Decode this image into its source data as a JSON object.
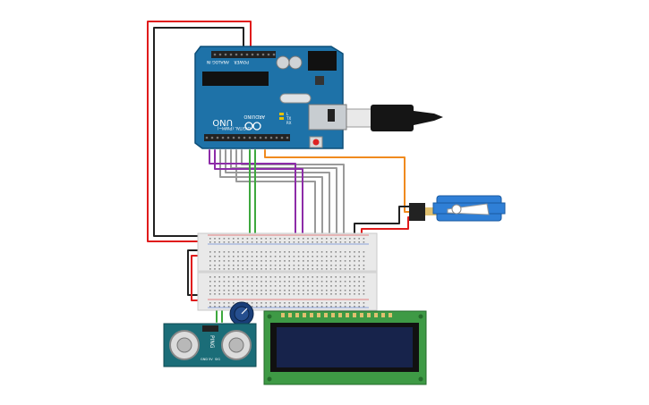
{
  "arduino": {
    "brand": "ARDUINO",
    "model": "UNO",
    "digital_label": "DIGITAL (PWM~)",
    "power_label": "POWER",
    "analog_label": "ANALOG IN",
    "led_tx": "TX",
    "led_rx": "RX",
    "led_l": "L"
  },
  "sensor": {
    "model_label": "PING",
    "pin_labels": [
      "GND",
      "5V",
      "SIG"
    ]
  },
  "colors": {
    "board_blue": "#1e72a8",
    "board_border": "#0d4e78",
    "breadboard": "#e9e9e9",
    "lcd_green": "#3e9a45",
    "lcd_screen": "#17234b",
    "wire_red": "#e01b1b",
    "wire_black": "#222222",
    "wire_gray": "#9a9a9a",
    "wire_purple": "#8d2ca8",
    "wire_green": "#3ea83e",
    "wire_yellow": "#e0c21b",
    "wire_orange": "#f08a1e",
    "servo_blue": "#2f7fd6"
  }
}
